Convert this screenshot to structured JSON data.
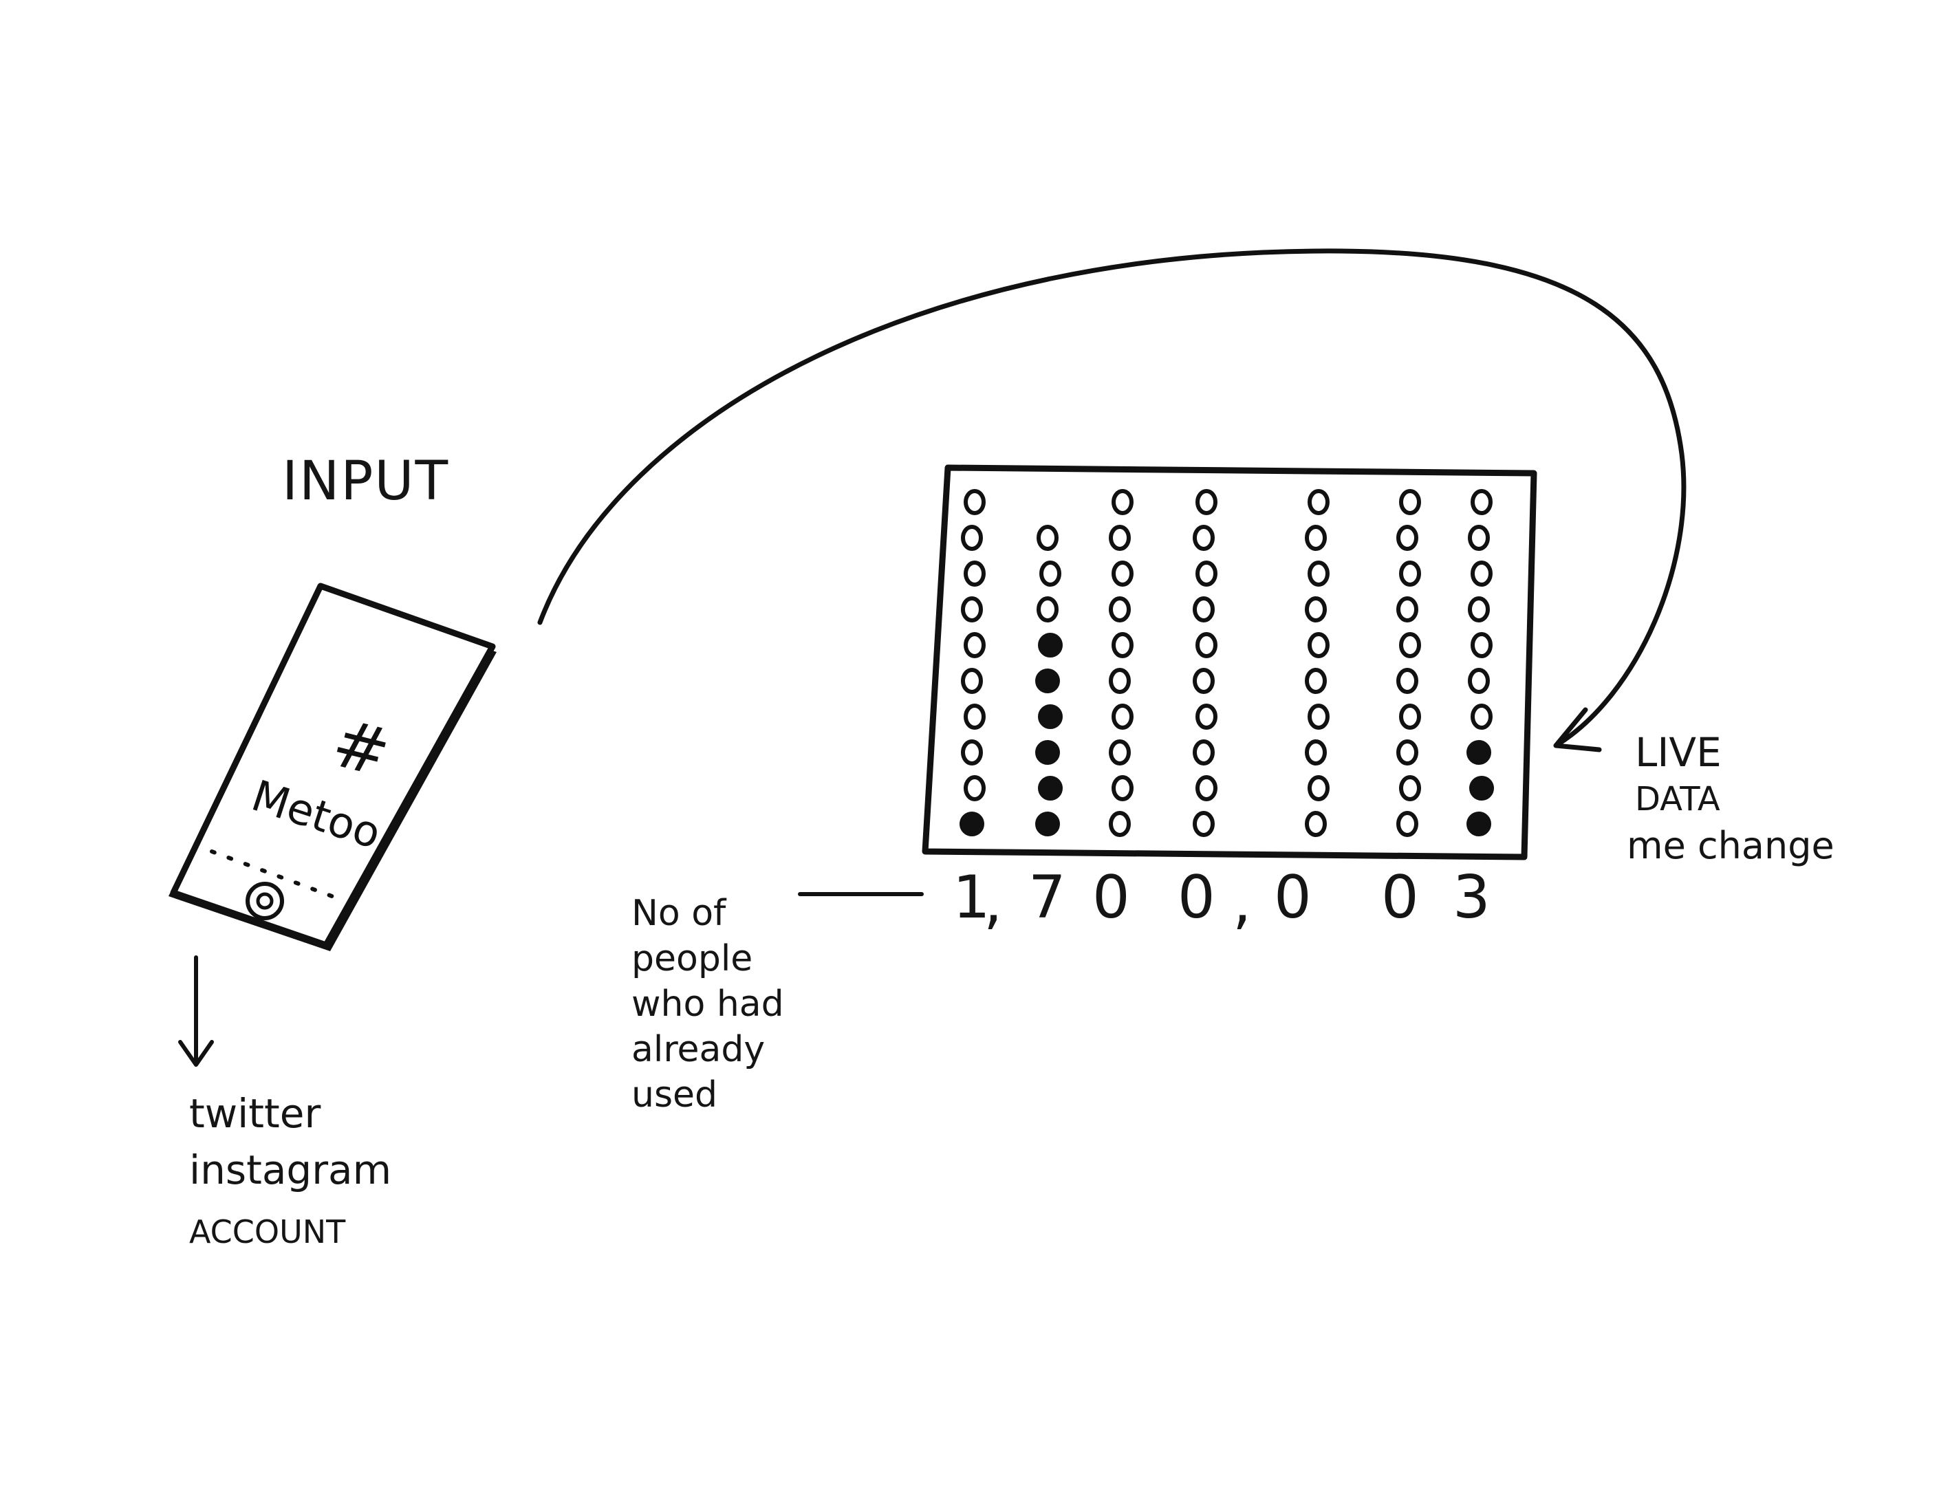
{
  "input_section": {
    "title": "INPUT",
    "phone_hashtag": "#",
    "phone_text": "Metoo",
    "platforms": [
      "twitter",
      "instagram",
      "ACCOUNT"
    ]
  },
  "display": {
    "counter_digits": [
      "1",
      ",",
      "7",
      "0",
      "0",
      ",",
      "0",
      "0",
      "3"
    ],
    "columns": [
      {
        "filled": 1,
        "empty": 9
      },
      {
        "filled": 6,
        "empty": 3
      },
      {
        "filled": 0,
        "empty": 10
      },
      {
        "filled": 0,
        "empty": 10
      },
      {
        "filled": 0,
        "empty": 10
      },
      {
        "filled": 0,
        "empty": 10
      },
      {
        "filled": 3,
        "empty": 7
      }
    ]
  },
  "left_note": {
    "lines": [
      "No of",
      "people",
      "who had",
      "already",
      "used"
    ]
  },
  "right_note": {
    "lines": [
      "LIVE",
      "DATA",
      "me change"
    ]
  }
}
